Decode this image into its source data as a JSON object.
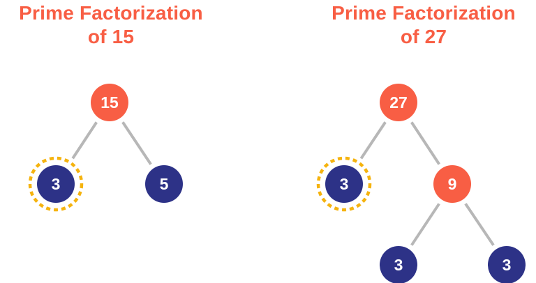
{
  "colors": {
    "composite": "#f85e44",
    "prime": "#2d3287",
    "highlight": "#f5b30e",
    "edge": "#b7b7b7",
    "title": "#f85e44"
  },
  "trees": [
    {
      "title_line1": "Prime Factorization",
      "title_line2": "of 15",
      "nodes": [
        {
          "label": "15",
          "kind": "composite",
          "highlighted": false
        },
        {
          "label": "3",
          "kind": "prime",
          "highlighted": true
        },
        {
          "label": "5",
          "kind": "prime",
          "highlighted": false
        }
      ],
      "edges": [
        [
          0,
          1
        ],
        [
          0,
          2
        ]
      ]
    },
    {
      "title_line1": "Prime Factorization",
      "title_line2": "of 27",
      "nodes": [
        {
          "label": "27",
          "kind": "composite",
          "highlighted": false
        },
        {
          "label": "3",
          "kind": "prime",
          "highlighted": true
        },
        {
          "label": "9",
          "kind": "composite",
          "highlighted": false
        },
        {
          "label": "3",
          "kind": "prime",
          "highlighted": false
        },
        {
          "label": "3",
          "kind": "prime",
          "highlighted": false
        }
      ],
      "edges": [
        [
          0,
          1
        ],
        [
          0,
          2
        ],
        [
          2,
          3
        ],
        [
          2,
          4
        ]
      ]
    }
  ]
}
